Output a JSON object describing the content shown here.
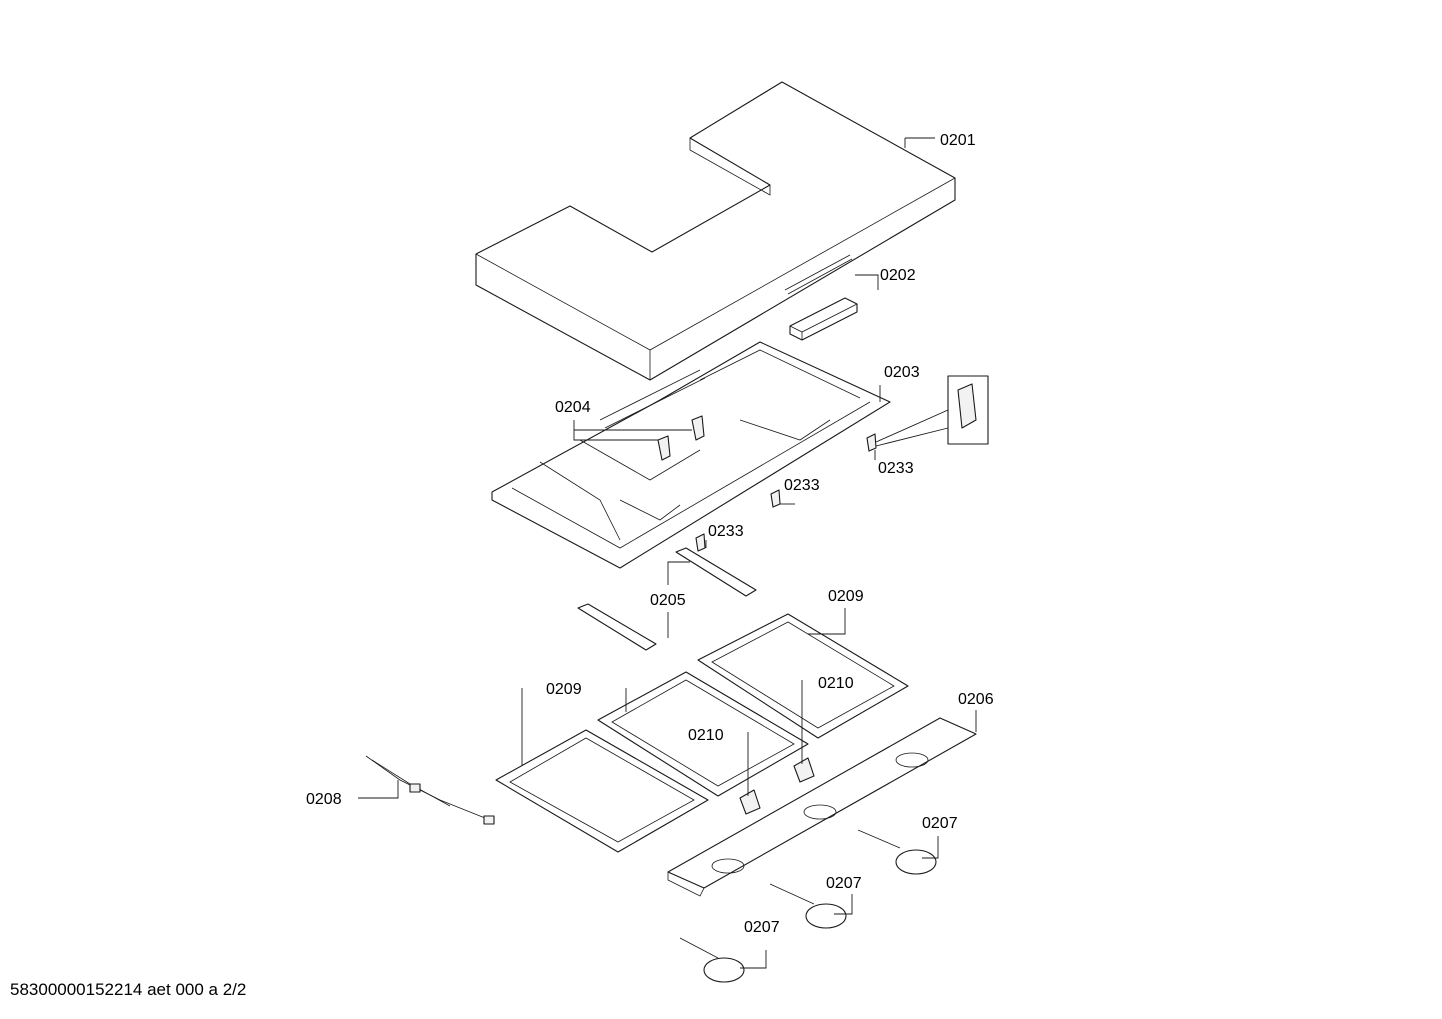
{
  "callouts": {
    "c0201": "0201",
    "c0202": "0202",
    "c0203": "0203",
    "c0204": "0204",
    "c0205": "0205",
    "c0206": "0206",
    "c0207a": "0207",
    "c0207b": "0207",
    "c0207c": "0207",
    "c0208": "0208",
    "c0209a": "0209",
    "c0209b": "0209",
    "c0210a": "0210",
    "c0210b": "0210",
    "c0233a": "0233",
    "c0233b": "0233",
    "c0233c": "0233"
  },
  "footer": {
    "doc_id": "58300000152214 aet 000 a 2/2"
  }
}
